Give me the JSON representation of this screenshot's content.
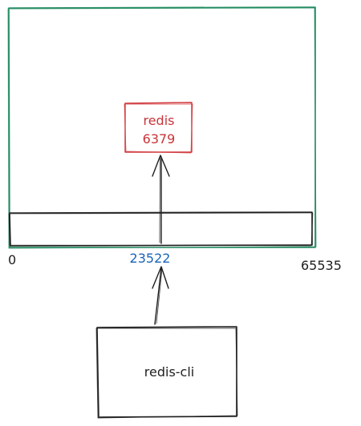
{
  "colors": {
    "host_border": "#1f8a5e",
    "redis_border": "#d0383c",
    "redis_text": "#c9343a",
    "port_label": "#1a63b8",
    "ink": "#1e1e1e"
  },
  "redis_box": {
    "name": "redis",
    "port": "6379"
  },
  "port_range": {
    "min": "0",
    "max": "65535",
    "mapped_port": "23522"
  },
  "client_box": {
    "name": "redis-cli"
  }
}
